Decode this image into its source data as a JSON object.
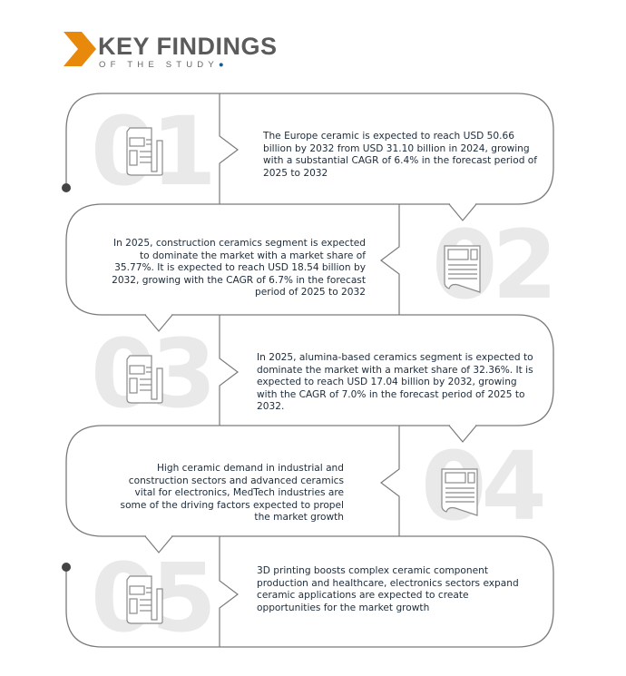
{
  "header": {
    "title": "KEY FINDINGS",
    "subtitle": "OF THE STUDY",
    "accent_color": "#e8890c",
    "dot_color": "#1c5a8a"
  },
  "findings": [
    {
      "number": "01",
      "icon": "newspaper-icon",
      "text": "The Europe ceramic is expected to reach USD 50.66 billion by 2032 from USD 31.10 billion in 2024, growing with a substantial CAGR of  6.4% in the forecast period of 2025 to 2032"
    },
    {
      "number": "02",
      "icon": "newspaper-icon",
      "text": "In 2025, construction ceramics segment is expected to dominate the market with a market share of 35.77%. It is expected to reach USD 18.54 billion by 2032, growing with the CAGR of 6.7% in the forecast period of 2025 to 2032"
    },
    {
      "number": "03",
      "icon": "newspaper-icon",
      "text": "In 2025, alumina-based ceramics segment is expected to dominate the market with a market share of 32.36%. It is expected to reach USD 17.04 billion by 2032, growing with the CAGR of 7.0% in the forecast period of 2025 to 2032."
    },
    {
      "number": "04",
      "icon": "newspaper-icon",
      "text": "High ceramic demand in industrial and construction sectors and advanced ceramics vital for electronics, MedTech industries are some of the driving factors expected to propel the market growth"
    },
    {
      "number": "05",
      "icon": "newspaper-icon",
      "text": "3D printing boosts complex ceramic component production and healthcare, electronics sectors expand ceramic applications are expected to create opportunities for the market growth"
    }
  ]
}
